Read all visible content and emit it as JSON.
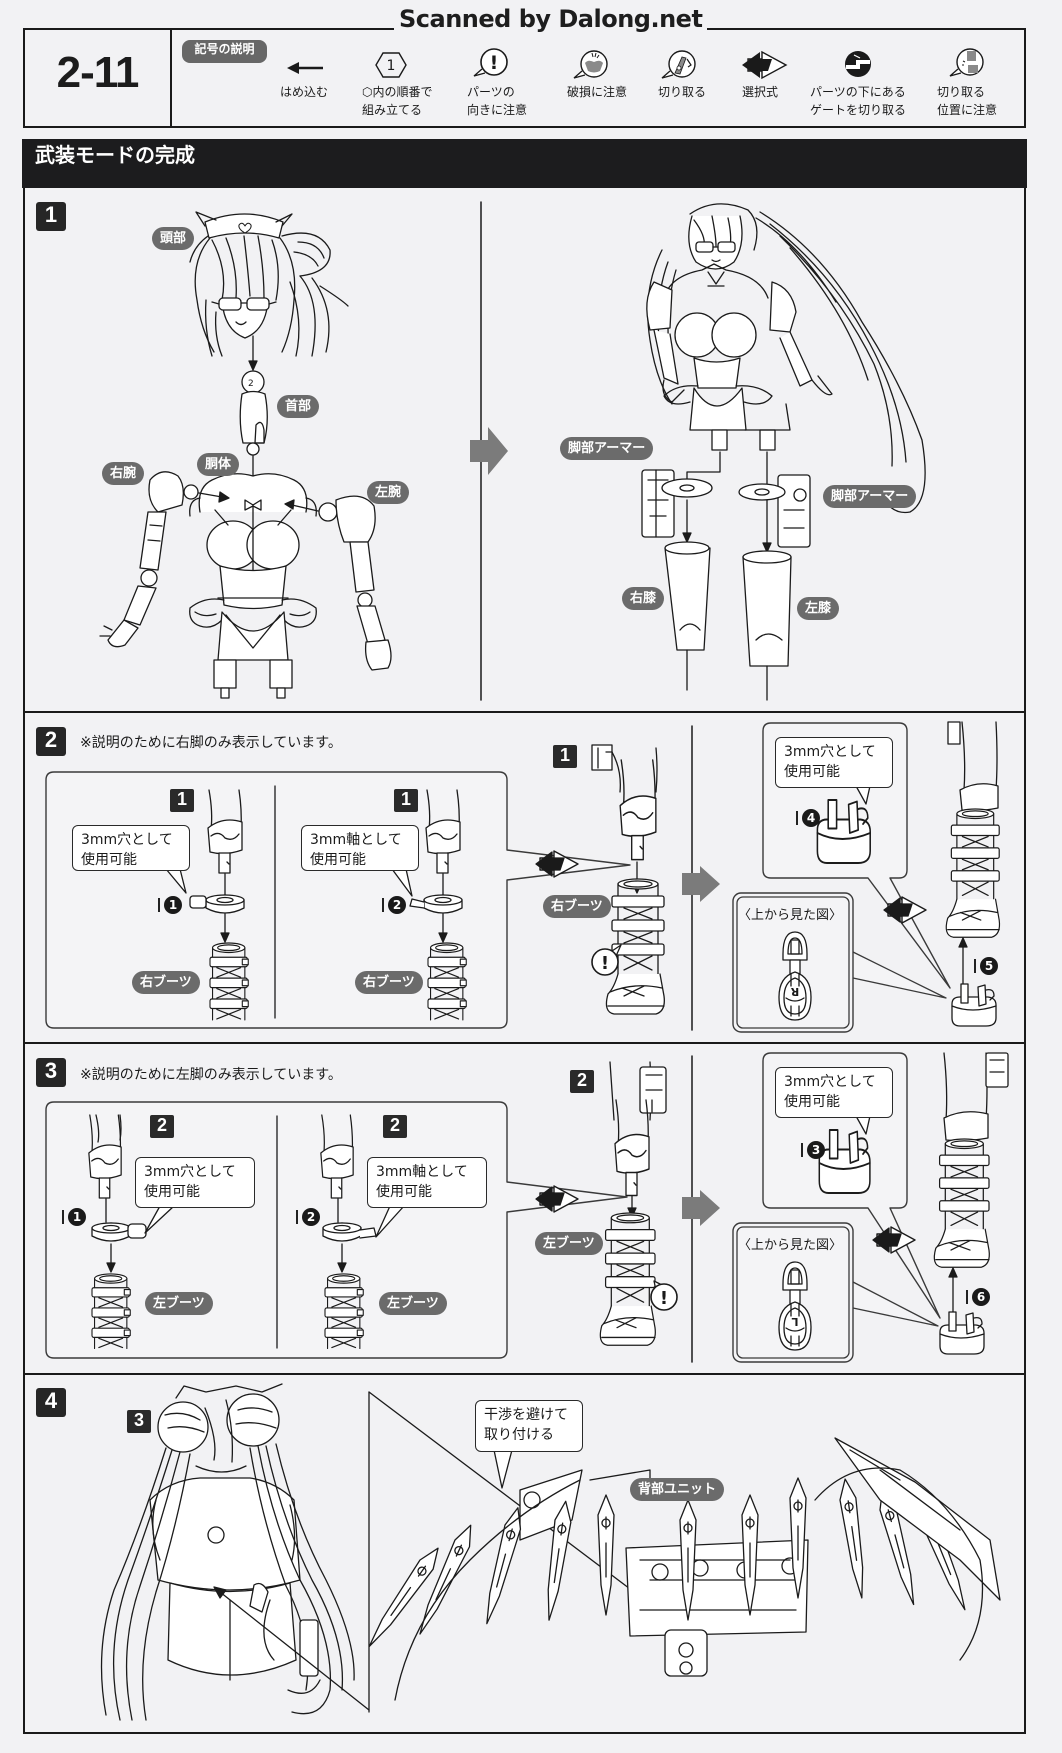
{
  "watermark": "Scanned by Dalong.net",
  "header": {
    "page_number": "2-11",
    "legend_title": "記号の説明",
    "legend": [
      {
        "icon": "insert-arrow-icon",
        "lines": [
          "はめ込む"
        ]
      },
      {
        "icon": "assembly-order-hexagon-icon",
        "glyph": "1",
        "lines": [
          "⬡内の順番で",
          "組み立てる"
        ]
      },
      {
        "icon": "part-orientation-caution-icon",
        "glyph": "!",
        "lines": [
          "パーツの",
          "向きに注意"
        ]
      },
      {
        "icon": "breakage-caution-icon",
        "lines": [
          "破損に注意"
        ]
      },
      {
        "icon": "cut-off-icon",
        "lines": [
          "切り取る"
        ]
      },
      {
        "icon": "selectable-arrows-icon",
        "lines": [
          "選択式"
        ]
      },
      {
        "icon": "gate-under-part-icon",
        "lines": [
          "パーツの下にある",
          "ゲートを切り取る"
        ]
      },
      {
        "icon": "cut-position-caution-icon",
        "lines": [
          "切り取る",
          "位置に注意"
        ]
      }
    ]
  },
  "section_title": "武装モードの完成",
  "step1": {
    "number": "1",
    "neck_mark": "2",
    "labels": {
      "head": "頭部",
      "neck": "首部",
      "torso": "胴体",
      "right_arm": "右腕",
      "left_arm": "左腕",
      "leg_armor_a": "脚部アーマー",
      "leg_armor_b": "脚部アーマー",
      "right_knee": "右膝",
      "left_knee": "左膝"
    }
  },
  "step2": {
    "number": "2",
    "note": "※説明のために右脚のみ表示しています。",
    "options": [
      {
        "ref_step": "1",
        "callout": [
          "3mm穴として",
          "使用可能"
        ],
        "order": "1",
        "boot_label": "右ブーツ"
      },
      {
        "ref_step": "1",
        "callout": [
          "3mm軸として",
          "使用可能"
        ],
        "order": "2",
        "boot_label": "右ブーツ"
      }
    ],
    "assembly": {
      "ref_step": "1",
      "boot_label": "右ブーツ",
      "caution_glyph": "!"
    },
    "foot_part": {
      "callout": [
        "3mm穴として",
        "使用可能"
      ],
      "order": "4",
      "top_view_title": "〈上から見た図〉",
      "top_view_mark": "R",
      "final_order": "5"
    }
  },
  "step3": {
    "number": "3",
    "note": "※説明のために左脚のみ表示しています。",
    "options": [
      {
        "ref_step": "2",
        "callout": [
          "3mm穴として",
          "使用可能"
        ],
        "order": "1",
        "boot_label": "左ブーツ"
      },
      {
        "ref_step": "2",
        "callout": [
          "3mm軸として",
          "使用可能"
        ],
        "order": "2",
        "boot_label": "左ブーツ"
      }
    ],
    "assembly": {
      "ref_step": "2",
      "boot_label": "左ブーツ",
      "caution_glyph": "!"
    },
    "foot_part": {
      "callout": [
        "3mm穴として",
        "使用可能"
      ],
      "order": "3",
      "top_view_title": "〈上から見た図〉",
      "top_view_mark": "L",
      "final_order": "6"
    }
  },
  "step4": {
    "number": "4",
    "ref_step": "3",
    "callout": [
      "干渉を避けて",
      "取り付ける"
    ],
    "back_unit_label": "背部ユニット"
  },
  "colors": {
    "ink": "#1a1a1a",
    "paper": "#f2f2f4",
    "label_pill": "#6b6b6b",
    "flow_arrow": "#7b7b7b",
    "title_bar": "#1c1c1e"
  }
}
